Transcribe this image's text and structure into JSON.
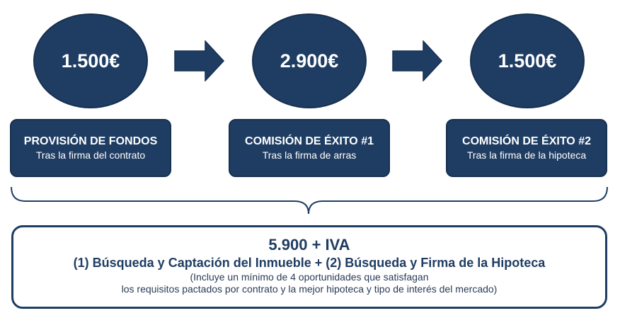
{
  "steps": [
    {
      "amount": "1.500€",
      "title": "PROVISIÓN DE FONDOS",
      "subtitle": "Tras la firma del contrato"
    },
    {
      "amount": "2.900€",
      "title": "COMISIÓN DE ÉXITO #1",
      "subtitle": "Tras la firma de arras"
    },
    {
      "amount": "1.500€",
      "title": "COMISIÓN DE ÉXITO #2",
      "subtitle": "Tras la firma de la hipoteca"
    }
  ],
  "summary": {
    "total": "5.900 + IVA",
    "services": "(1) Búsqueda y Captación del Inmueble + (2) Búsqueda y Firma de la Hipoteca",
    "note_line1": "(Incluye un mínimo de 4 oportunidades que satisfagan",
    "note_line2": "los requisitos pactados por contrato y la mejor hipoteca y tipo de interés del mercado)"
  },
  "colors": {
    "primary": "#1f3d63",
    "text_on_primary": "#ffffff"
  }
}
